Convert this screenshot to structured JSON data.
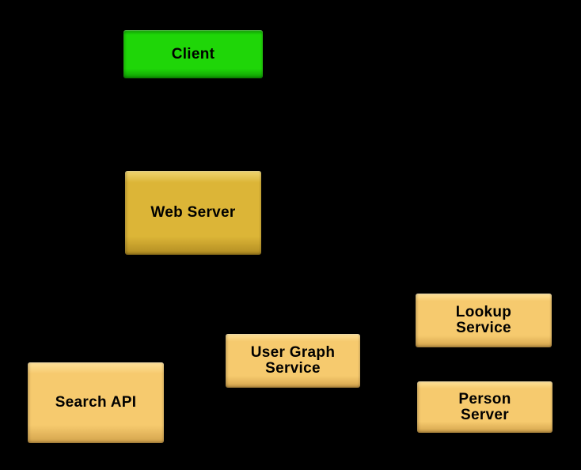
{
  "diagram": {
    "background_color": "#000000",
    "text_color": "#000000",
    "nodes": [
      {
        "id": "client",
        "label": "Client",
        "fill": "#1fd608",
        "fill_light": "#2ae314",
        "fill_dark": "#0f9e03"
      },
      {
        "id": "web-server",
        "label": "Web Server",
        "fill": "#dcb537",
        "fill_light": "#f0d671",
        "fill_dark": "#b18c22"
      },
      {
        "id": "search-api",
        "label": "Search API",
        "fill": "#f6ca6e",
        "fill_light": "#ffe29a",
        "fill_dark": "#d2a24b"
      },
      {
        "id": "user-graph-service",
        "label": "User Graph\nService",
        "fill": "#f6ca6e",
        "fill_light": "#ffe29a",
        "fill_dark": "#d2a24b"
      },
      {
        "id": "lookup-service",
        "label": "Lookup\nService",
        "fill": "#f6ca6e",
        "fill_light": "#ffe29a",
        "fill_dark": "#d2a24b"
      },
      {
        "id": "person-server",
        "label": "Person\nServer",
        "fill": "#f6ca6e",
        "fill_light": "#ffe29a",
        "fill_dark": "#d2a24b"
      }
    ]
  }
}
